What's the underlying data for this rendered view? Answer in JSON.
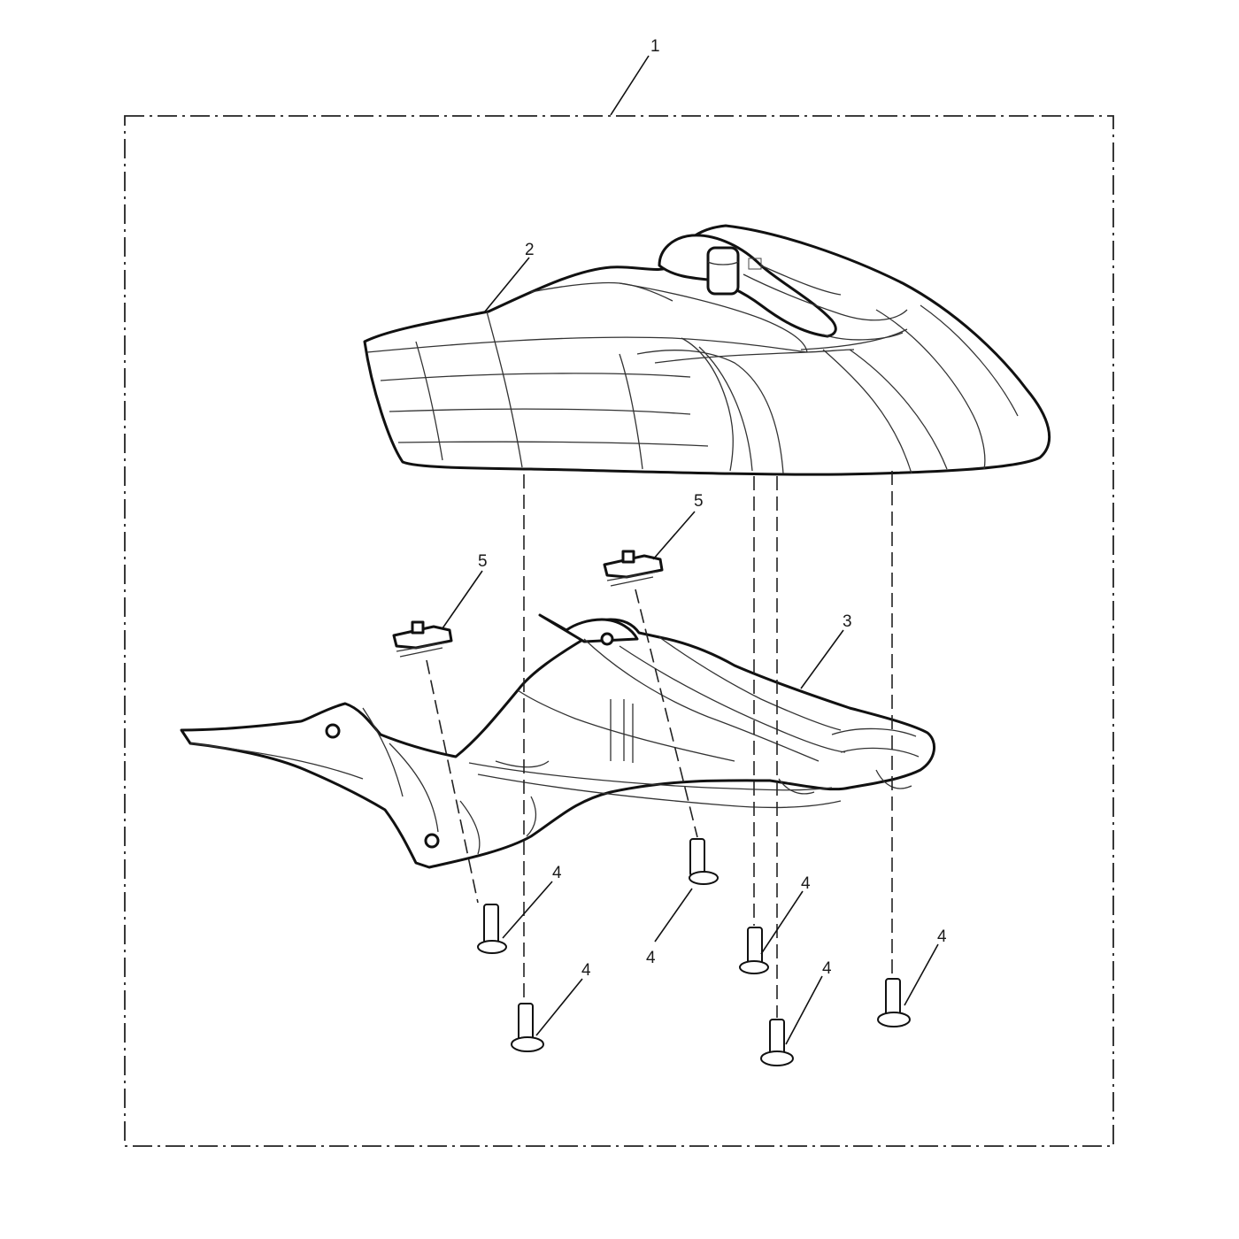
{
  "diagram": {
    "callouts": {
      "kit": "1",
      "seat_cowl": "2",
      "bracket": "3",
      "screw": "4",
      "clip": "5"
    }
  }
}
